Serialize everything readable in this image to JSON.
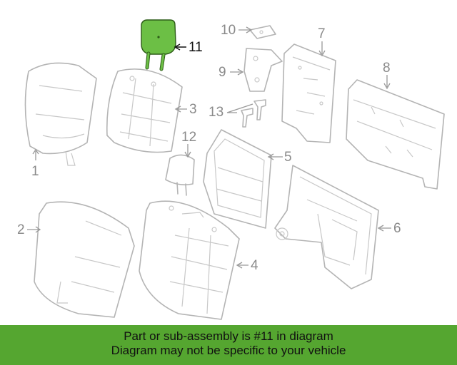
{
  "diagram": {
    "highlighted_part": "11",
    "highlight_color": "#6cbf45",
    "callouts": [
      {
        "id": "1",
        "label": "1"
      },
      {
        "id": "2",
        "label": "2"
      },
      {
        "id": "3",
        "label": "3"
      },
      {
        "id": "4",
        "label": "4"
      },
      {
        "id": "5",
        "label": "5"
      },
      {
        "id": "6",
        "label": "6"
      },
      {
        "id": "7",
        "label": "7"
      },
      {
        "id": "8",
        "label": "8"
      },
      {
        "id": "9",
        "label": "9"
      },
      {
        "id": "10",
        "label": "10"
      },
      {
        "id": "11",
        "label": "11"
      },
      {
        "id": "12",
        "label": "12"
      },
      {
        "id": "13",
        "label": "13"
      }
    ]
  },
  "banner": {
    "line1": "Part or sub-assembly is #11 in diagram",
    "line2": "Diagram may not be specific to your vehicle",
    "background": "#55a630"
  }
}
